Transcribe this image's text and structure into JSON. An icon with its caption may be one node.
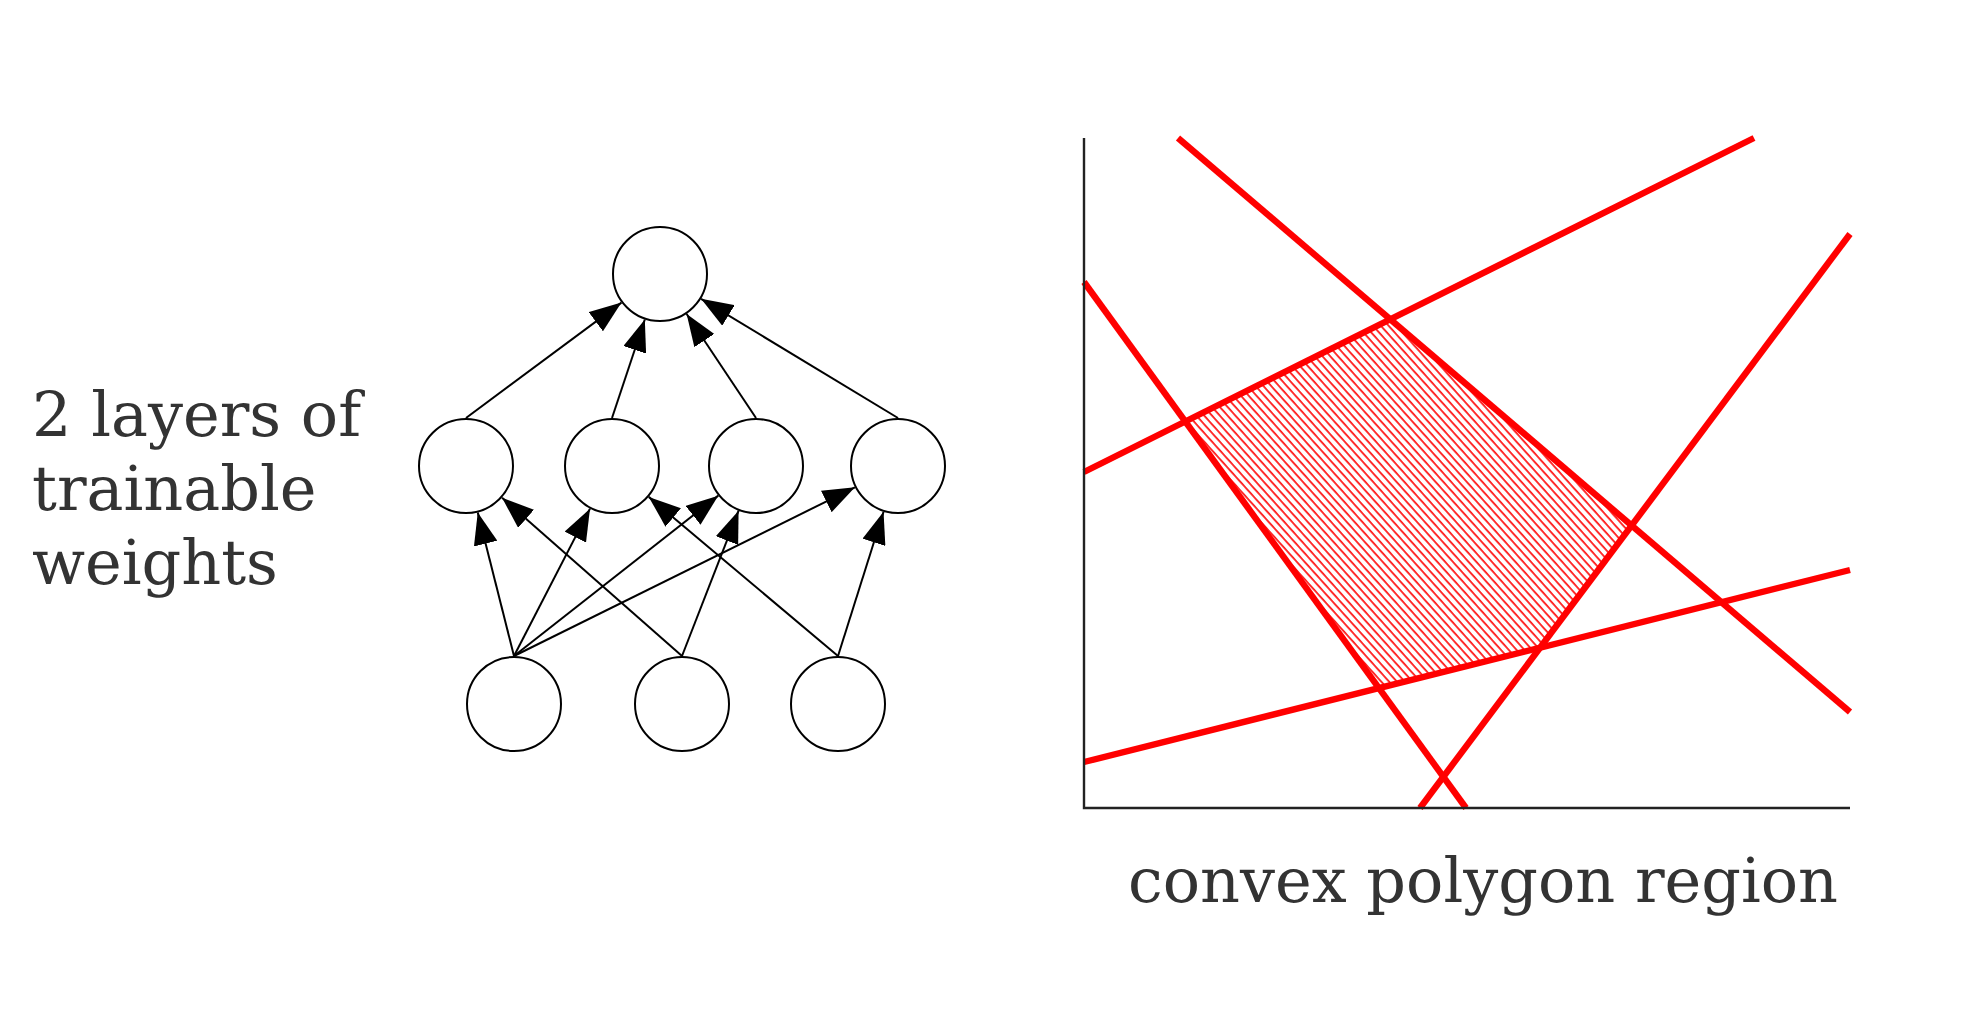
{
  "diagram": {
    "nodes": [
      {
        "text": [],
        "shape": "circle"
      },
      {
        "text": [],
        "shape": "circle"
      },
      {
        "text": [],
        "shape": "circle"
      },
      {
        "text": [],
        "shape": "circle"
      },
      {
        "text": [],
        "shape": "circle"
      },
      {
        "text": [],
        "shape": "circle"
      },
      {
        "text": [],
        "shape": "circle"
      },
      {
        "text": [],
        "shape": "circle"
      }
    ],
    "edges": [
      {
        "from": 1,
        "to": 0,
        "arrow": "to"
      },
      {
        "from": 2,
        "to": 0,
        "arrow": "to"
      },
      {
        "from": 3,
        "to": 0,
        "arrow": "to"
      },
      {
        "from": 4,
        "to": 0,
        "arrow": "to"
      },
      {
        "from": 5,
        "to": 1,
        "arrow": "to"
      },
      {
        "from": 5,
        "to": 2,
        "arrow": "to"
      },
      {
        "from": 5,
        "to": 3,
        "arrow": "to"
      },
      {
        "from": 5,
        "to": 4,
        "arrow": "to"
      },
      {
        "from": 6,
        "to": 1,
        "arrow": "to"
      },
      {
        "from": 6,
        "to": 3,
        "arrow": "to"
      },
      {
        "from": 7,
        "to": 2,
        "arrow": "to"
      },
      {
        "from": 7,
        "to": 4,
        "arrow": "to"
      }
    ],
    "labels": [
      "2 layers of trainable weights",
      "convex polygon region"
    ]
  }
}
